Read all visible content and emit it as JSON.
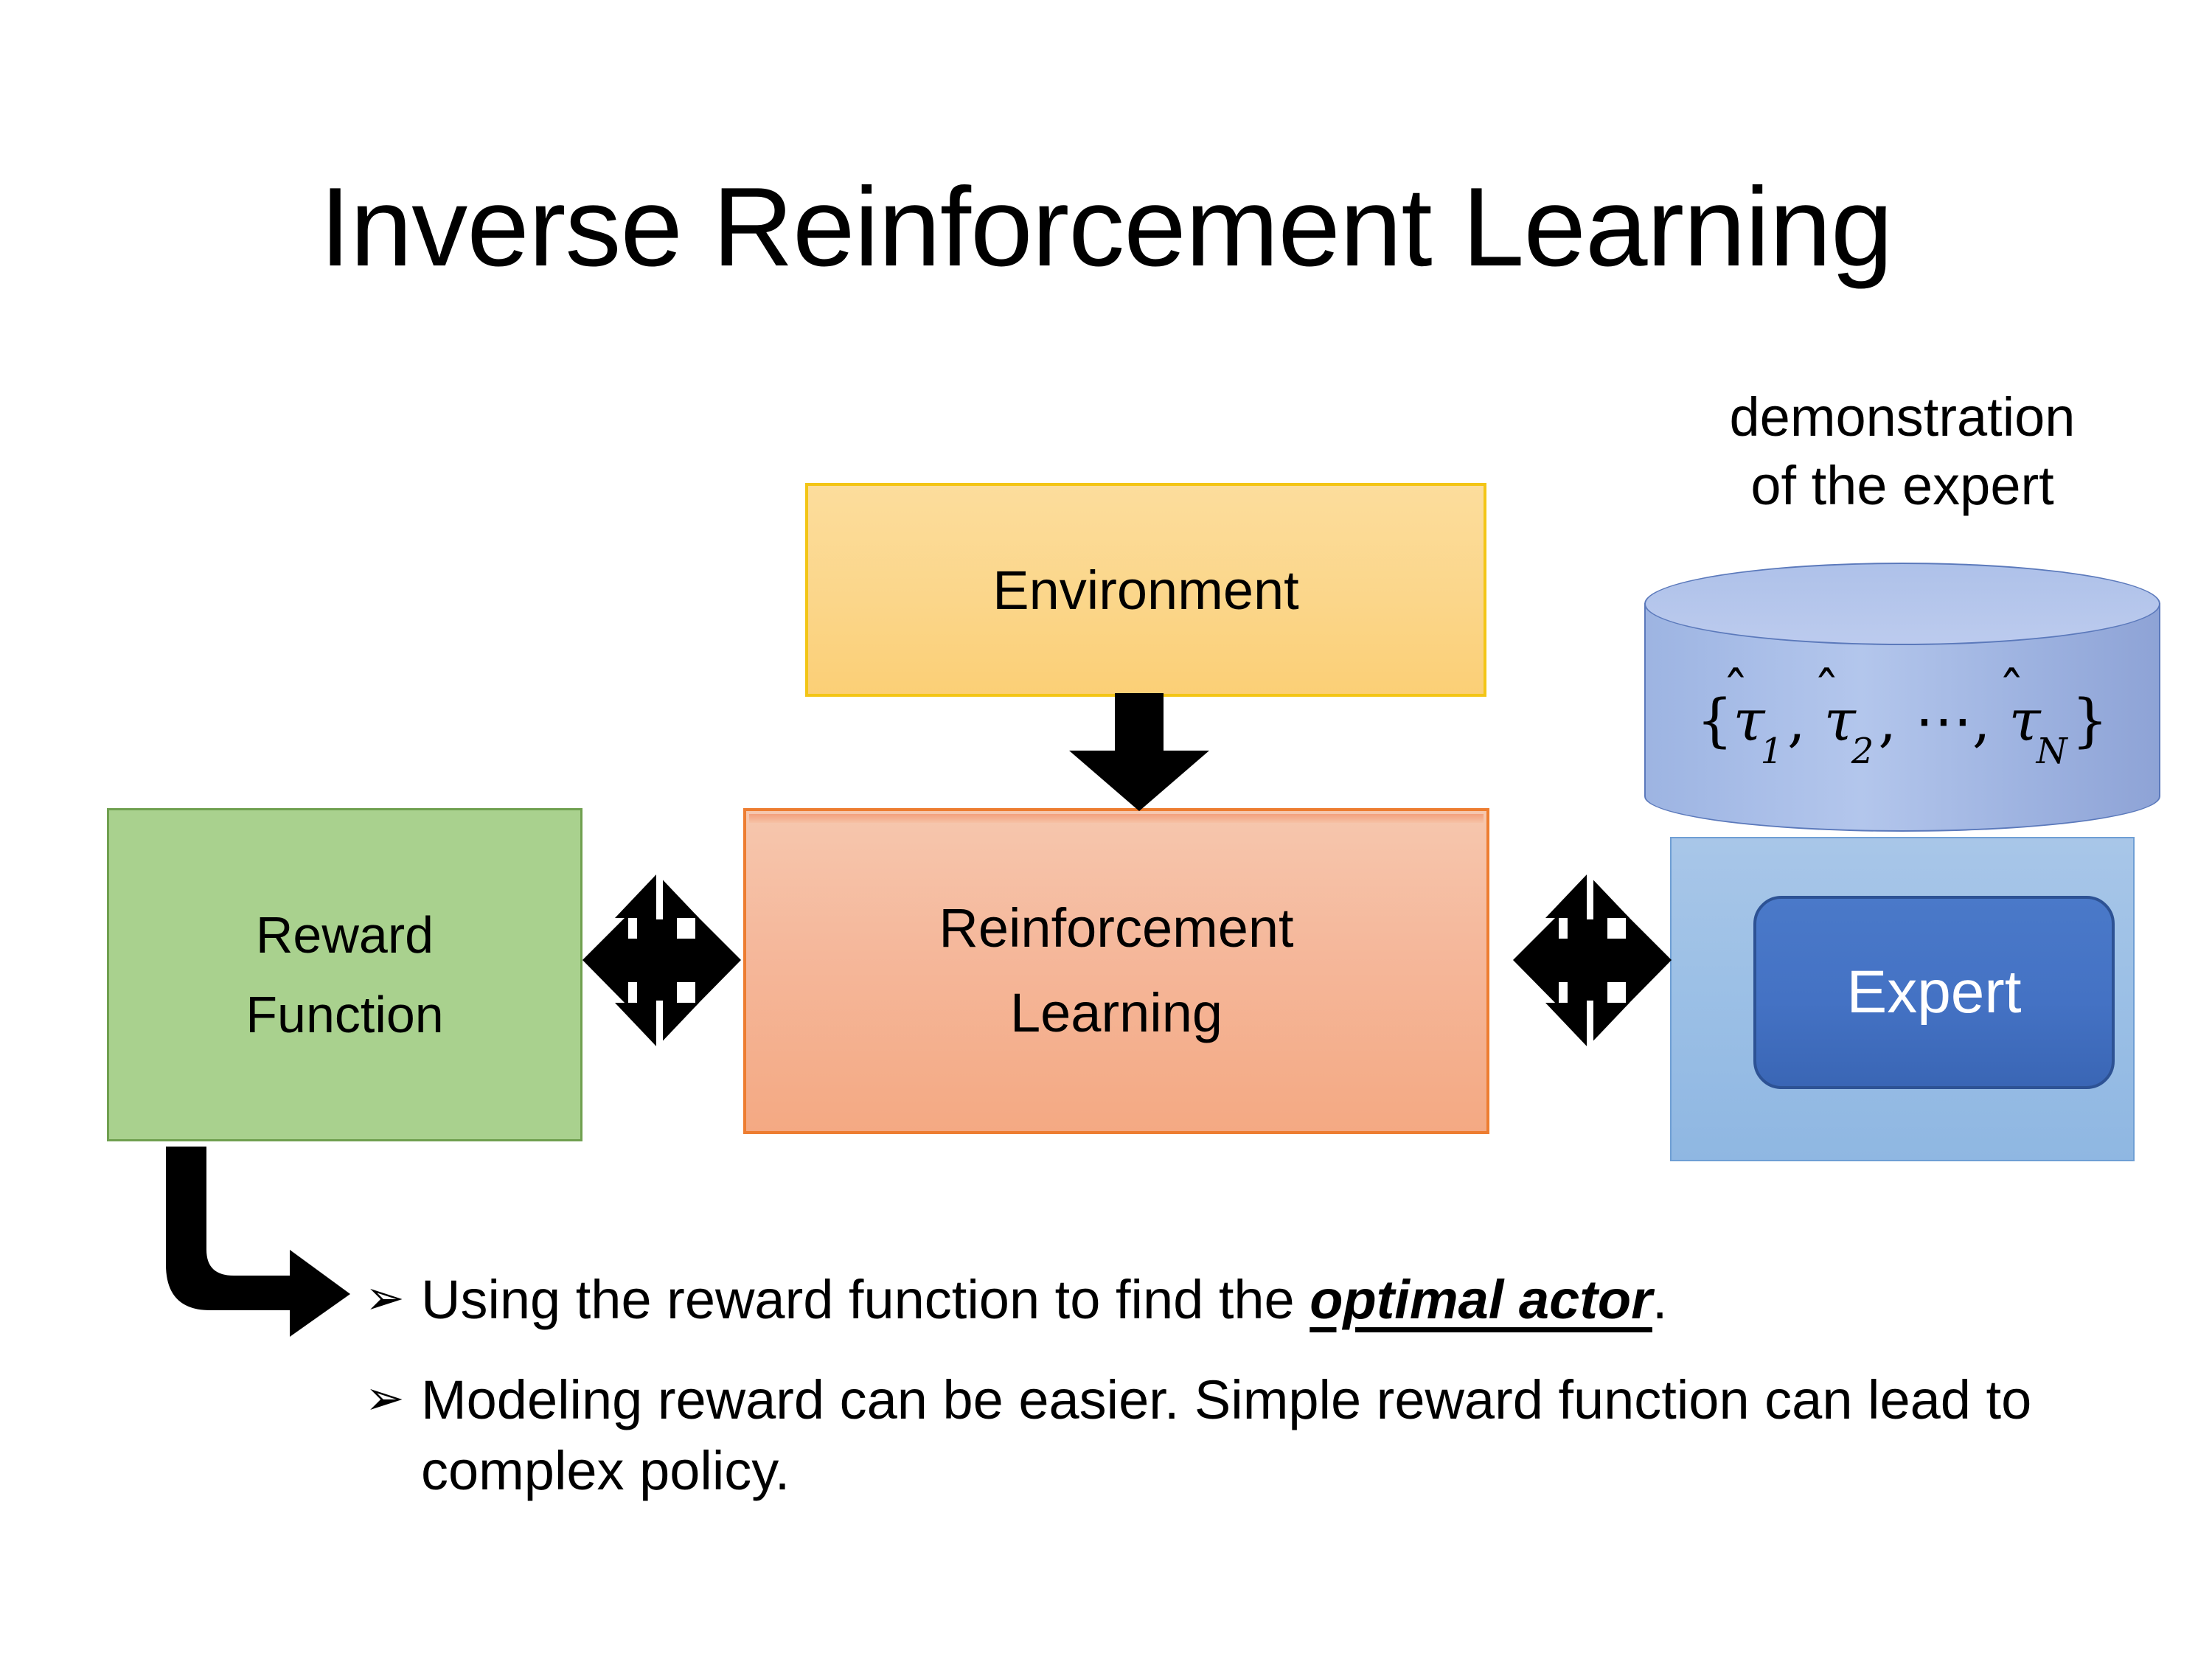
{
  "slide": {
    "title": "Inverse Reinforcement Learning"
  },
  "diagram": {
    "environment_box": {
      "label": "Environment",
      "fill": "#fbd68a",
      "border": "#f3c516"
    },
    "reinforcement_learning_box": {
      "label_line1": "Reinforcement",
      "label_line2": "Learning",
      "fill": "#f5b79a",
      "border": "#ed7d31"
    },
    "reward_function_box": {
      "label_line1": "Reward",
      "label_line2": "Function",
      "fill": "#a9d18e",
      "border": "#70a050"
    },
    "expert_panel": {
      "fill": "#9cc0e6",
      "border": "#6f9fd4"
    },
    "expert_button": {
      "label": "Expert",
      "fill": "#4472c4",
      "border": "#2d5294",
      "text_color": "#ffffff"
    },
    "demonstration_caption": {
      "line1": "demonstration",
      "line2": "of the expert"
    },
    "trajectory_cylinder": {
      "open_brace": "{",
      "tau1": "τ",
      "tau1_sub": "1",
      "sep1": ", ",
      "tau2": "τ",
      "tau2_sub": "2",
      "sep2": ", ",
      "ellipsis": "⋯",
      "sep3": ", ",
      "tauN": "τ",
      "tauN_sub": "N",
      "close_brace": "}",
      "hat": "̂",
      "fill": "#a9bee8",
      "border": "#5b79bb"
    },
    "arrows": {
      "environment_to_rl": "down-arrow",
      "reward_rl_link": "left-right-double-arrow",
      "rl_expert_link": "left-right-double-arrow",
      "reward_to_bullet": "bent-arrow"
    }
  },
  "bullets": [
    {
      "marker": "➢",
      "text_before": "Using the reward function to find the ",
      "emphasis": "optimal actor",
      "text_after": "."
    },
    {
      "marker": "➢",
      "text_before": "Modeling reward can be easier. Simple reward function can lead to complex policy.",
      "emphasis": "",
      "text_after": ""
    }
  ]
}
